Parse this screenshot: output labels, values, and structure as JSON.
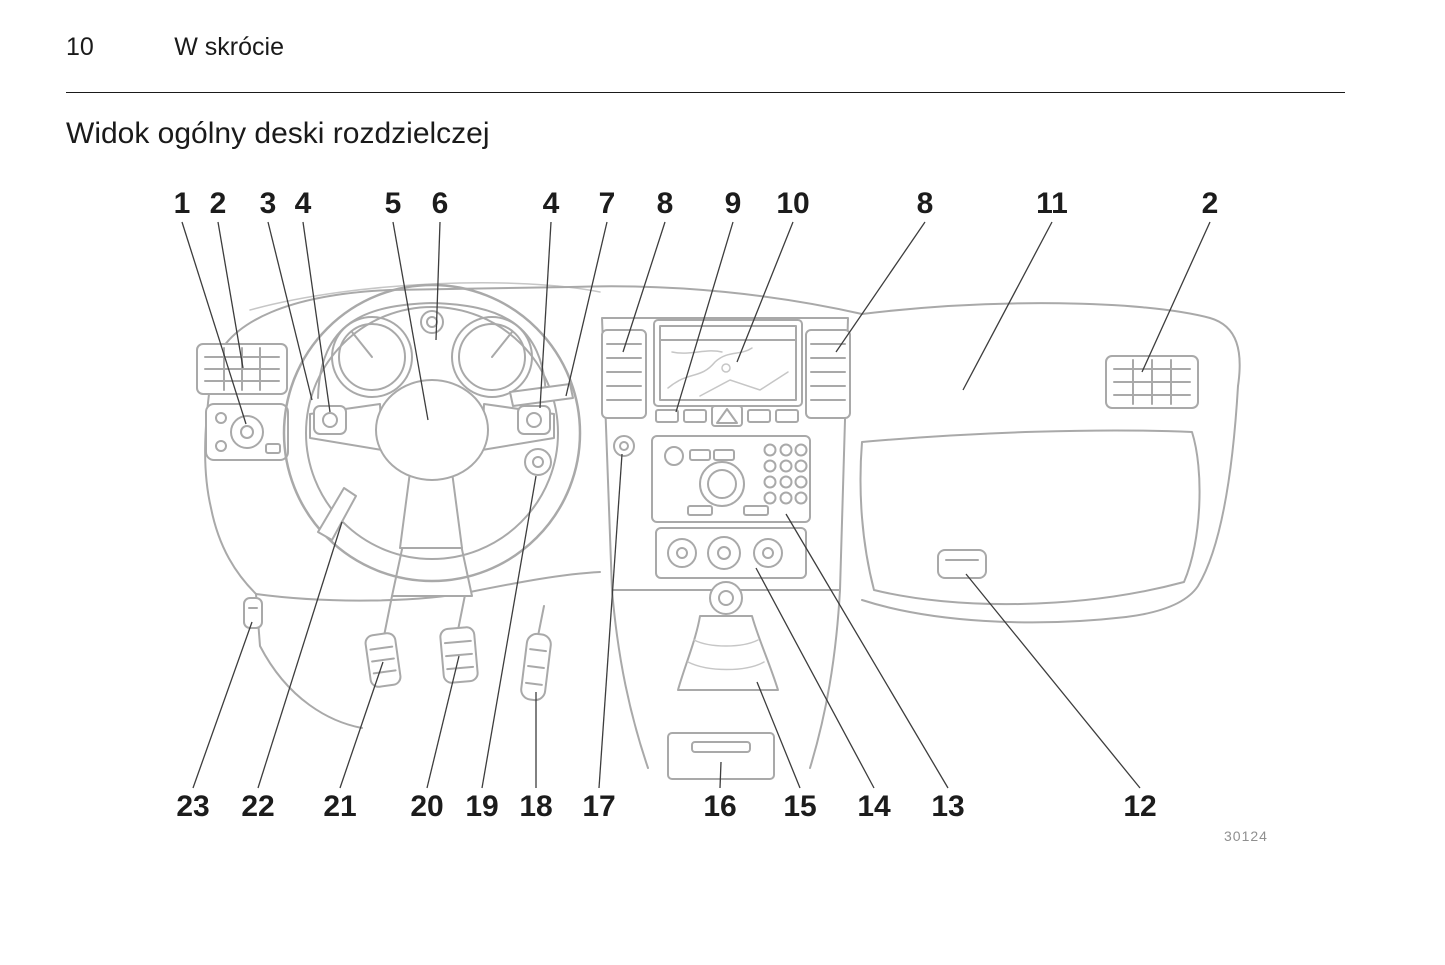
{
  "page": {
    "number": "10",
    "section_title": "W skrócie",
    "heading": "Widok ogólny deski rozdzielczej",
    "figure_code": "30124"
  },
  "diagram": {
    "callouts_top": [
      "1",
      "2",
      "3",
      "4",
      "5",
      "6",
      "4",
      "7",
      "8",
      "9",
      "10",
      "8",
      "11",
      "2"
    ],
    "callouts_bottom": [
      "23",
      "22",
      "21",
      "20",
      "19",
      "18",
      "17",
      "16",
      "15",
      "14",
      "13",
      "12"
    ]
  },
  "colors": {
    "line_art": "#a9a9a9",
    "callout_text": "#1c1c1c",
    "figure_code_text": "#8f8f8f"
  }
}
